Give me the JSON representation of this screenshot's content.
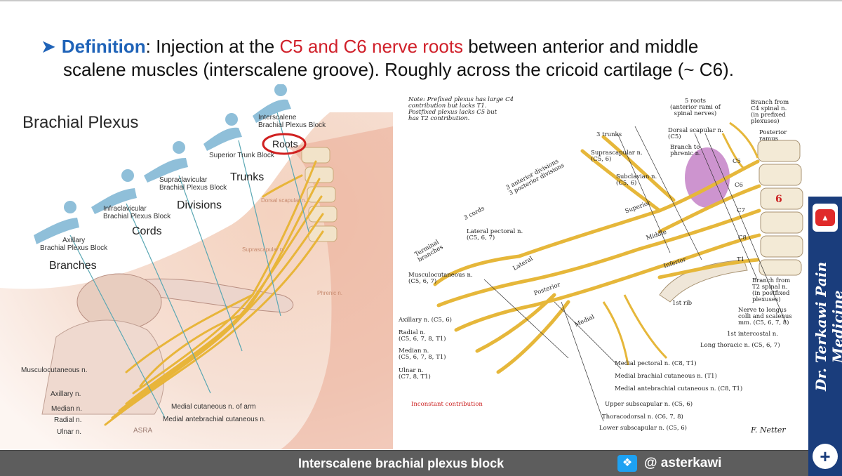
{
  "definition": {
    "term": "Definition",
    "text_a": ": Injection at the ",
    "highlight": "C5 and C6 nerve roots",
    "text_b": " between anterior and middle",
    "line2": "scalene muscles (interscalene groove). Roughly across the cricoid cartilage (~ C6)."
  },
  "left_figure": {
    "title": "Brachial Plexus",
    "block_labels": [
      "Interscalene\nBrachial Plexus Block",
      "Superior Trunk Block",
      "Supraclavicular\nBrachial Plexus Block",
      "Infraclavicular\nBrachial Plexus Block",
      "Axillary\nBrachial Plexus Block"
    ],
    "level_labels": [
      "Roots",
      "Trunks",
      "Divisions",
      "Cords",
      "Branches"
    ],
    "nerve_labels": [
      "Musculocutaneous n.",
      "Axillary n.",
      "Median n.",
      "Radial n.",
      "Ulnar n."
    ],
    "other_labels": [
      "Medial cutaneous n. of arm",
      "Medial antebrachial cutaneous n.",
      "Dorsal scapular n.",
      "Suprascapular n.",
      "Phrenic n."
    ],
    "credit": "ASRA"
  },
  "right_figure": {
    "note": "Note: Prefixed plexus has large C4\ncontribution but lacks T1.\nPostfixed plexus lacks C5 but\nhas T2 contribution.",
    "headers": [
      "5 roots\n(anterior rami of\nspinal nerves)",
      "3 trunks",
      "3 anterior divisions\n3 posterior divisions",
      "3 cords",
      "Terminal\nbranches"
    ],
    "trunks": [
      "Superior",
      "Middle",
      "Inferior"
    ],
    "cords": [
      "Lateral",
      "Posterior",
      "Medial"
    ],
    "roots": [
      "C5",
      "C6",
      "C7",
      "C8",
      "T1"
    ],
    "vertebra_mark": "6",
    "labels": {
      "branch_c4": "Branch from\nC4 spinal n.\n(in prefixed\nplexuses)",
      "posterior_ramus": "Posterior\nramus",
      "dorsal_scapular": "Dorsal scapular n.\n(C5)",
      "branch_phrenic": "Branch to\nphrenic n.",
      "suprascapular": "Suprascapular n.\n(C5, 6)",
      "subclavian": "Subclavian n.\n(C5, 6)",
      "lateral_pectoral": "Lateral pectoral n.\n(C5, 6, 7)",
      "musculocutaneous": "Musculocutaneous n.\n(C5, 6, 7)",
      "axillary": "Axillary n. (C5, 6)",
      "radial": "Radial n.\n(C5, 6, 7, 8, T1)",
      "median": "Median n.\n(C5, 6, 7, 8, T1)",
      "ulnar": "Ulnar n.\n(C7, 8, T1)",
      "first_rib": "1st rib",
      "branch_t2": "Branch from\nT2 spinal n.\n(in postfixed\nplexuses)",
      "nerve_longus": "Nerve to longus\ncolli and scalenus\nmm. (C5, 6, 7, 8)",
      "first_intercostal": "1st intercostal n.",
      "long_thoracic": "Long thoracic n. (C5, 6, 7)",
      "medial_pectoral": "Medial pectoral n. (C8, T1)",
      "medial_brachial": "Medial brachial cutaneous n. (T1)",
      "medial_antebrachial": "Medial antebrachial cutaneous n. (C8, T1)",
      "upper_subscapular": "Upper subscapular n. (C5, 6)",
      "thoracodorsal": "Thoracodorsal n. (C6, 7, 8)",
      "lower_subscapular": "Lower subscapular n. (C5, 6)",
      "inconstant": "Inconstant contribution",
      "signature": "F. Netter"
    }
  },
  "sidebar": {
    "vertical_text": "Dr. Terkawi Pain Medicine"
  },
  "footer": {
    "caption": "Interscalene brachial plexus block",
    "handle": "@ asterkawi"
  },
  "colors": {
    "accent_blue": "#1f63b8",
    "highlight_red": "#d0202a",
    "nerve_yellow": "#e8b53a",
    "sidebar_blue": "#1a3d7c"
  }
}
